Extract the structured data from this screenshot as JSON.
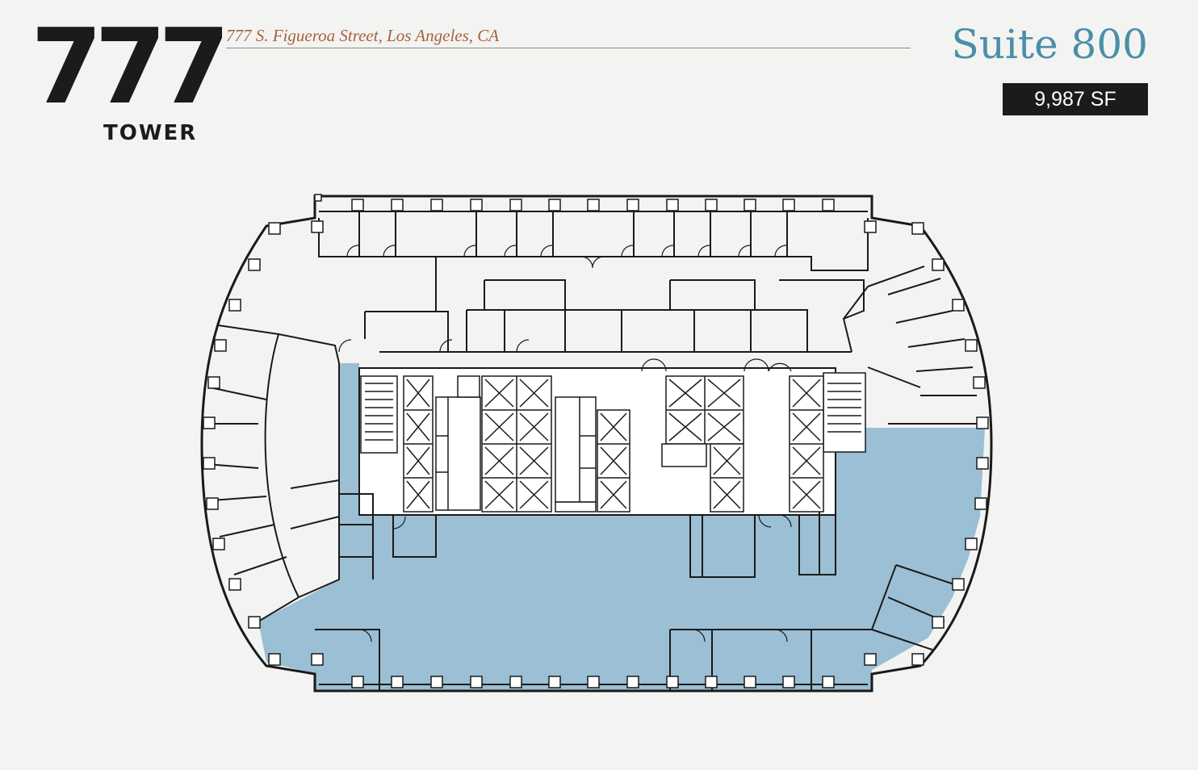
{
  "logo": {
    "number": "777",
    "word": "TOWER"
  },
  "address": "777 S. Figueroa Street, Los Angeles, CA",
  "suite": {
    "name": "Suite 800",
    "area": "9,987 SF"
  },
  "colors": {
    "suite_fill": "#9bbfd4",
    "walls": "#1a1a1a",
    "accent_title": "#4a8fa8",
    "address_text": "#a8623e"
  },
  "icons": [
    "elevator-icon",
    "column-icon",
    "stair-icon",
    "door-swing-icon"
  ]
}
